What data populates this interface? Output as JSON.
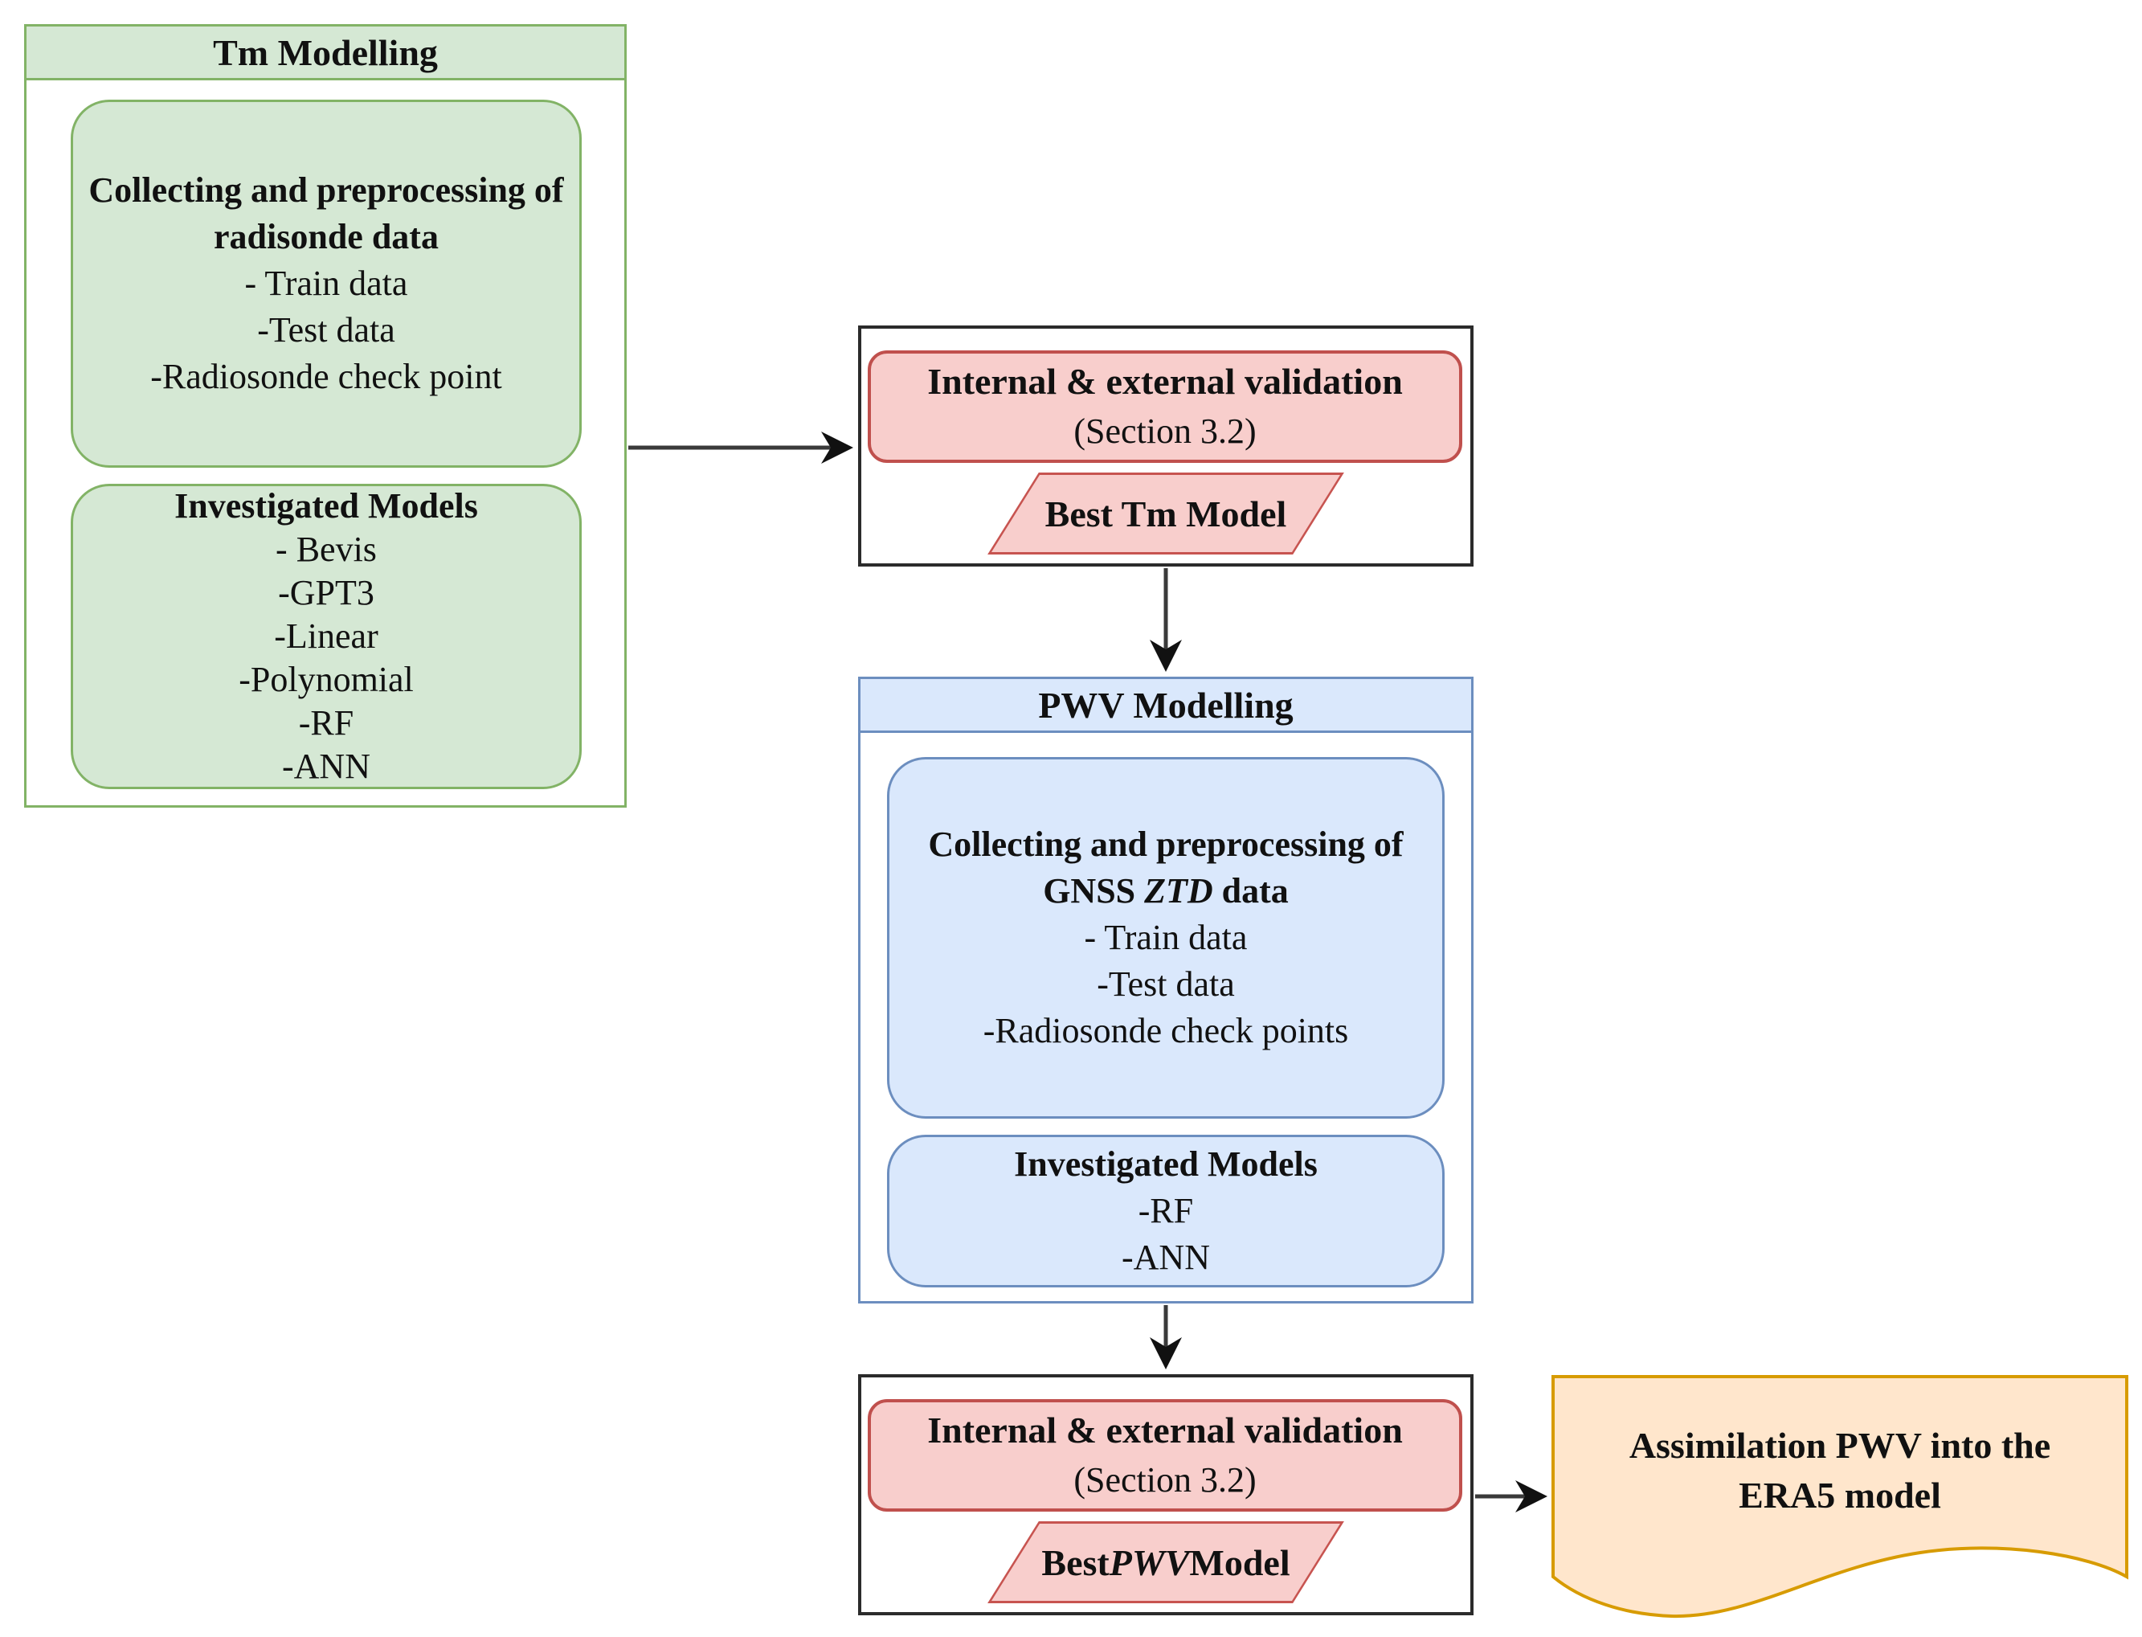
{
  "diagram": {
    "tm_block": {
      "title": "Tm Modelling",
      "data_box": {
        "heading_line1": "Collecting and preprocessing of",
        "heading_line2": "radisonde data",
        "items": [
          "- Train data",
          "-Test data",
          "-Radiosonde check point"
        ]
      },
      "models_box": {
        "heading": "Investigated Models",
        "items": [
          "- Bevis",
          "-GPT3",
          "-Linear",
          "-Polynomial",
          "-RF",
          "-ANN"
        ]
      }
    },
    "tm_validation_block": {
      "validation_line1": "Internal & external validation",
      "validation_line2": "(Section 3.2)",
      "output_label": "Best Tm Model"
    },
    "pwv_block": {
      "title": "PWV Modelling",
      "data_box": {
        "heading_line1": "Collecting and preprocessing of",
        "heading_line2_prefix": "GNSS ",
        "heading_line2_italic": "ZTD",
        "heading_line2_suffix": " data",
        "items": [
          "- Train data",
          "-Test data",
          "-Radiosonde check points"
        ]
      },
      "models_box": {
        "heading": "Investigated Models",
        "items": [
          "-RF",
          "-ANN"
        ]
      }
    },
    "pwv_validation_block": {
      "validation_line1": "Internal & external validation",
      "validation_line2": "(Section 3.2)",
      "output_prefix": "Best ",
      "output_italic": "PWV",
      "output_suffix": " Model"
    },
    "assimilation_block": {
      "line1": "Assimilation PWV into the",
      "line2": "ERA5 model"
    },
    "colors": {
      "green_fill": "#d5e8d4",
      "green_stroke": "#82b366",
      "blue_fill": "#dae8fc",
      "blue_stroke": "#6c8ebf",
      "pink_fill": "#f8cecc",
      "pink_stroke": "#c0504d",
      "orange_fill": "#ffe6cc",
      "orange_stroke": "#d79b00",
      "frame_stroke": "#2b2b2b",
      "arrow_color": "#3a3a3a"
    }
  }
}
